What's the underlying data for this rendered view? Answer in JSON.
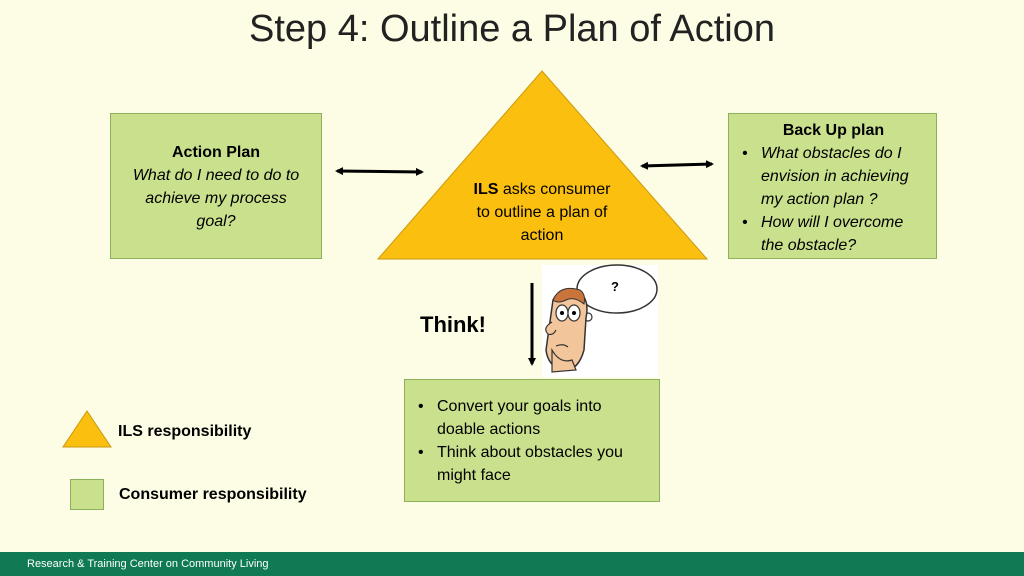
{
  "title": "Step 4: Outline a Plan of Action",
  "action_box": {
    "heading": "Action Plan",
    "lines": [
      "What do I need to do to",
      "achieve my process",
      "goal?"
    ]
  },
  "triangle": {
    "bold": "ILS",
    "text_first": " asks consumer",
    "text_rest": [
      "to outline a plan of",
      "action"
    ]
  },
  "backup_box": {
    "heading": "Back Up plan",
    "bullets": [
      [
        "What obstacles do I",
        "envision in achieving",
        "my action plan ?"
      ],
      [
        "How will I overcome",
        "the obstacle?"
      ]
    ]
  },
  "think_label": "Think!",
  "thought_bubble_text": "?",
  "convert_box": {
    "bullets": [
      [
        "Convert your goals into",
        "doable actions"
      ],
      [
        "Think about obstacles you",
        "might face"
      ]
    ]
  },
  "legend": {
    "ils": "ILS responsibility",
    "consumer": "Consumer responsibility"
  },
  "footer": "Research & Training Center on Community Living",
  "colors": {
    "background": "#fdfce4",
    "green_box": "#c9e08d",
    "green_border": "#8db05a",
    "triangle": "#fbbf10",
    "footer": "#0f7a53"
  }
}
